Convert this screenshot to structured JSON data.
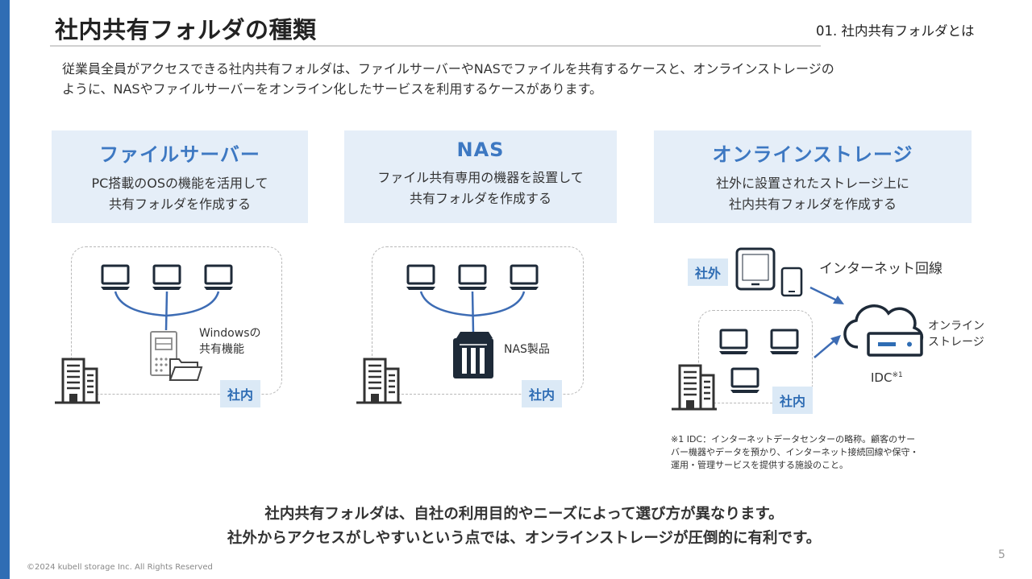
{
  "slide": {
    "title": "社内共有フォルダの種類",
    "section_label": "01. 社内共有フォルダとは",
    "intro_line1": "従業員全員がアクセスできる社内共有フォルダは、ファイルサーバーやNASでファイルを共有するケースと、オンラインストレージの",
    "intro_line2": "ように、NASやファイルサーバーをオンライン化したサービスを利用するケースがあります。",
    "page_number": "5",
    "copyright": "©2024 kubell storage Inc. All Rights Reserved"
  },
  "cards": [
    {
      "title": "ファイルサーバー",
      "desc1": "PC搭載のOSの機能を活用して",
      "desc2": "共有フォルダを作成する"
    },
    {
      "title": "NAS",
      "desc1": "ファイル共有専用の機器を設置して",
      "desc2": "共有フォルダを作成する"
    },
    {
      "title": "オンラインストレージ",
      "desc1": "社外に設置されたストレージ上に",
      "desc2": "社内共有フォルダを作成する"
    }
  ],
  "diagram": {
    "fileserver_label1": "Windowsの",
    "fileserver_label2": "共有機能",
    "nas_label": "NAS製品",
    "internal_tag": "社内",
    "external_tag": "社外",
    "internet_label": "インターネット回線",
    "storage_label1": "オンライン",
    "storage_label2": "ストレージ",
    "idc_label": "IDC",
    "idc_sup": "※1"
  },
  "colors": {
    "accent": "#2f6db4",
    "card_bg": "#e5eef8",
    "tag_bg": "#dbe9f6",
    "icon_dark": "#1e2a38"
  },
  "icons": [
    "laptop-icon",
    "building-icon",
    "file-server-icon",
    "folder-icon",
    "nas-icon",
    "tablet-icon",
    "smartphone-icon",
    "cloud-storage-icon"
  ],
  "footnote": {
    "line1": "※1 IDC：インターネットデータセンターの略称。顧客のサー",
    "line2": "バー機器やデータを預かり、インターネット接続回線や保守・",
    "line3": "運用・管理サービスを提供する施設のこと。"
  },
  "summary": {
    "line1": "社内共有フォルダは、自社の利用目的やニーズによって選び方が異なります。",
    "line2": "社外からアクセスがしやすいという点では、オンラインストレージが圧倒的に有利です。"
  }
}
